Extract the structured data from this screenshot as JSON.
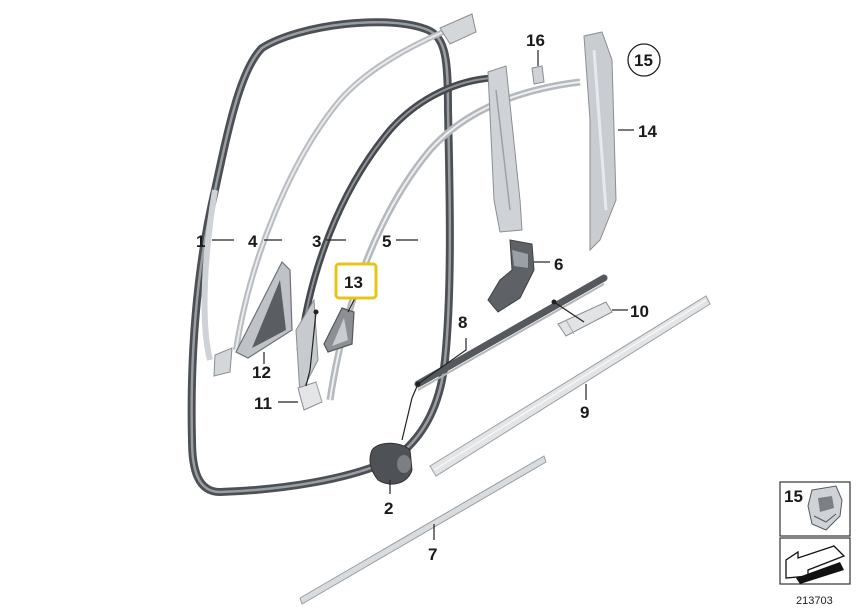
{
  "diagram": {
    "callouts": {
      "c1": "1",
      "c2": "2",
      "c3": "3",
      "c4": "4",
      "c5": "5",
      "c6": "6",
      "c7": "7",
      "c8": "8",
      "c9": "9",
      "c10": "10",
      "c11": "11",
      "c12": "12",
      "c13": "13",
      "c14": "14",
      "c15": "15",
      "c16": "16"
    },
    "highlighted_part": "13",
    "inset": {
      "label": "15"
    },
    "catalog_number": "213703",
    "colors": {
      "highlight": "#e8c417",
      "seal": "#6a6d72",
      "part_fill": "#d4d7da",
      "part_stroke": "#8a8d91"
    }
  }
}
